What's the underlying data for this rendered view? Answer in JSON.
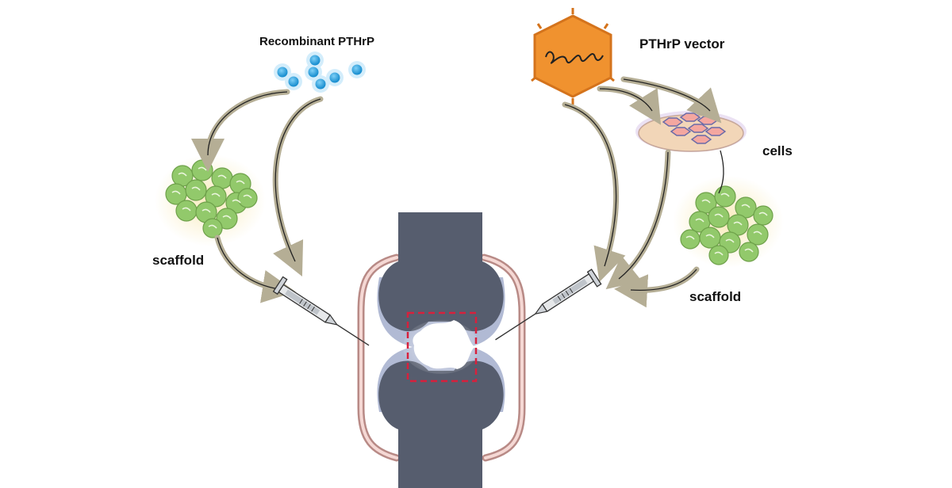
{
  "labels": {
    "recombinant": "Recombinant PTHrP",
    "vector": "PTHrP vector",
    "cells": "cells",
    "scaffold_left": "scaffold",
    "scaffold_right": "scaffold"
  },
  "colors": {
    "bone": "#565d6e",
    "cartilage": "#a9b2cf",
    "capsule_outer": "#b88a86",
    "capsule_inner": "#f5d8d4",
    "defect_box": "#d8203c",
    "molecule": "#29a6e6",
    "molecule_glow": "#c9e9fb",
    "vector_body": "#f0922f",
    "vector_edge": "#d4731c",
    "scaffold_ball": "#92c96b",
    "scaffold_glow": "#f8e9b4",
    "dish": "#f2d6b8",
    "dish_rim": "#d8c8e8",
    "cell": "#f4a7a0",
    "cell_edge": "#6a6aa8",
    "arrow": "#b5ae95",
    "syringe": "#cfd3d8"
  },
  "icons": {
    "molecules": "protein-molecule-icon",
    "vector": "viral-vector-icon",
    "dish": "cell-culture-dish-icon",
    "scaffold": "scaffold-cluster-icon",
    "syringe": "syringe-icon",
    "joint": "knee-joint-icon"
  }
}
